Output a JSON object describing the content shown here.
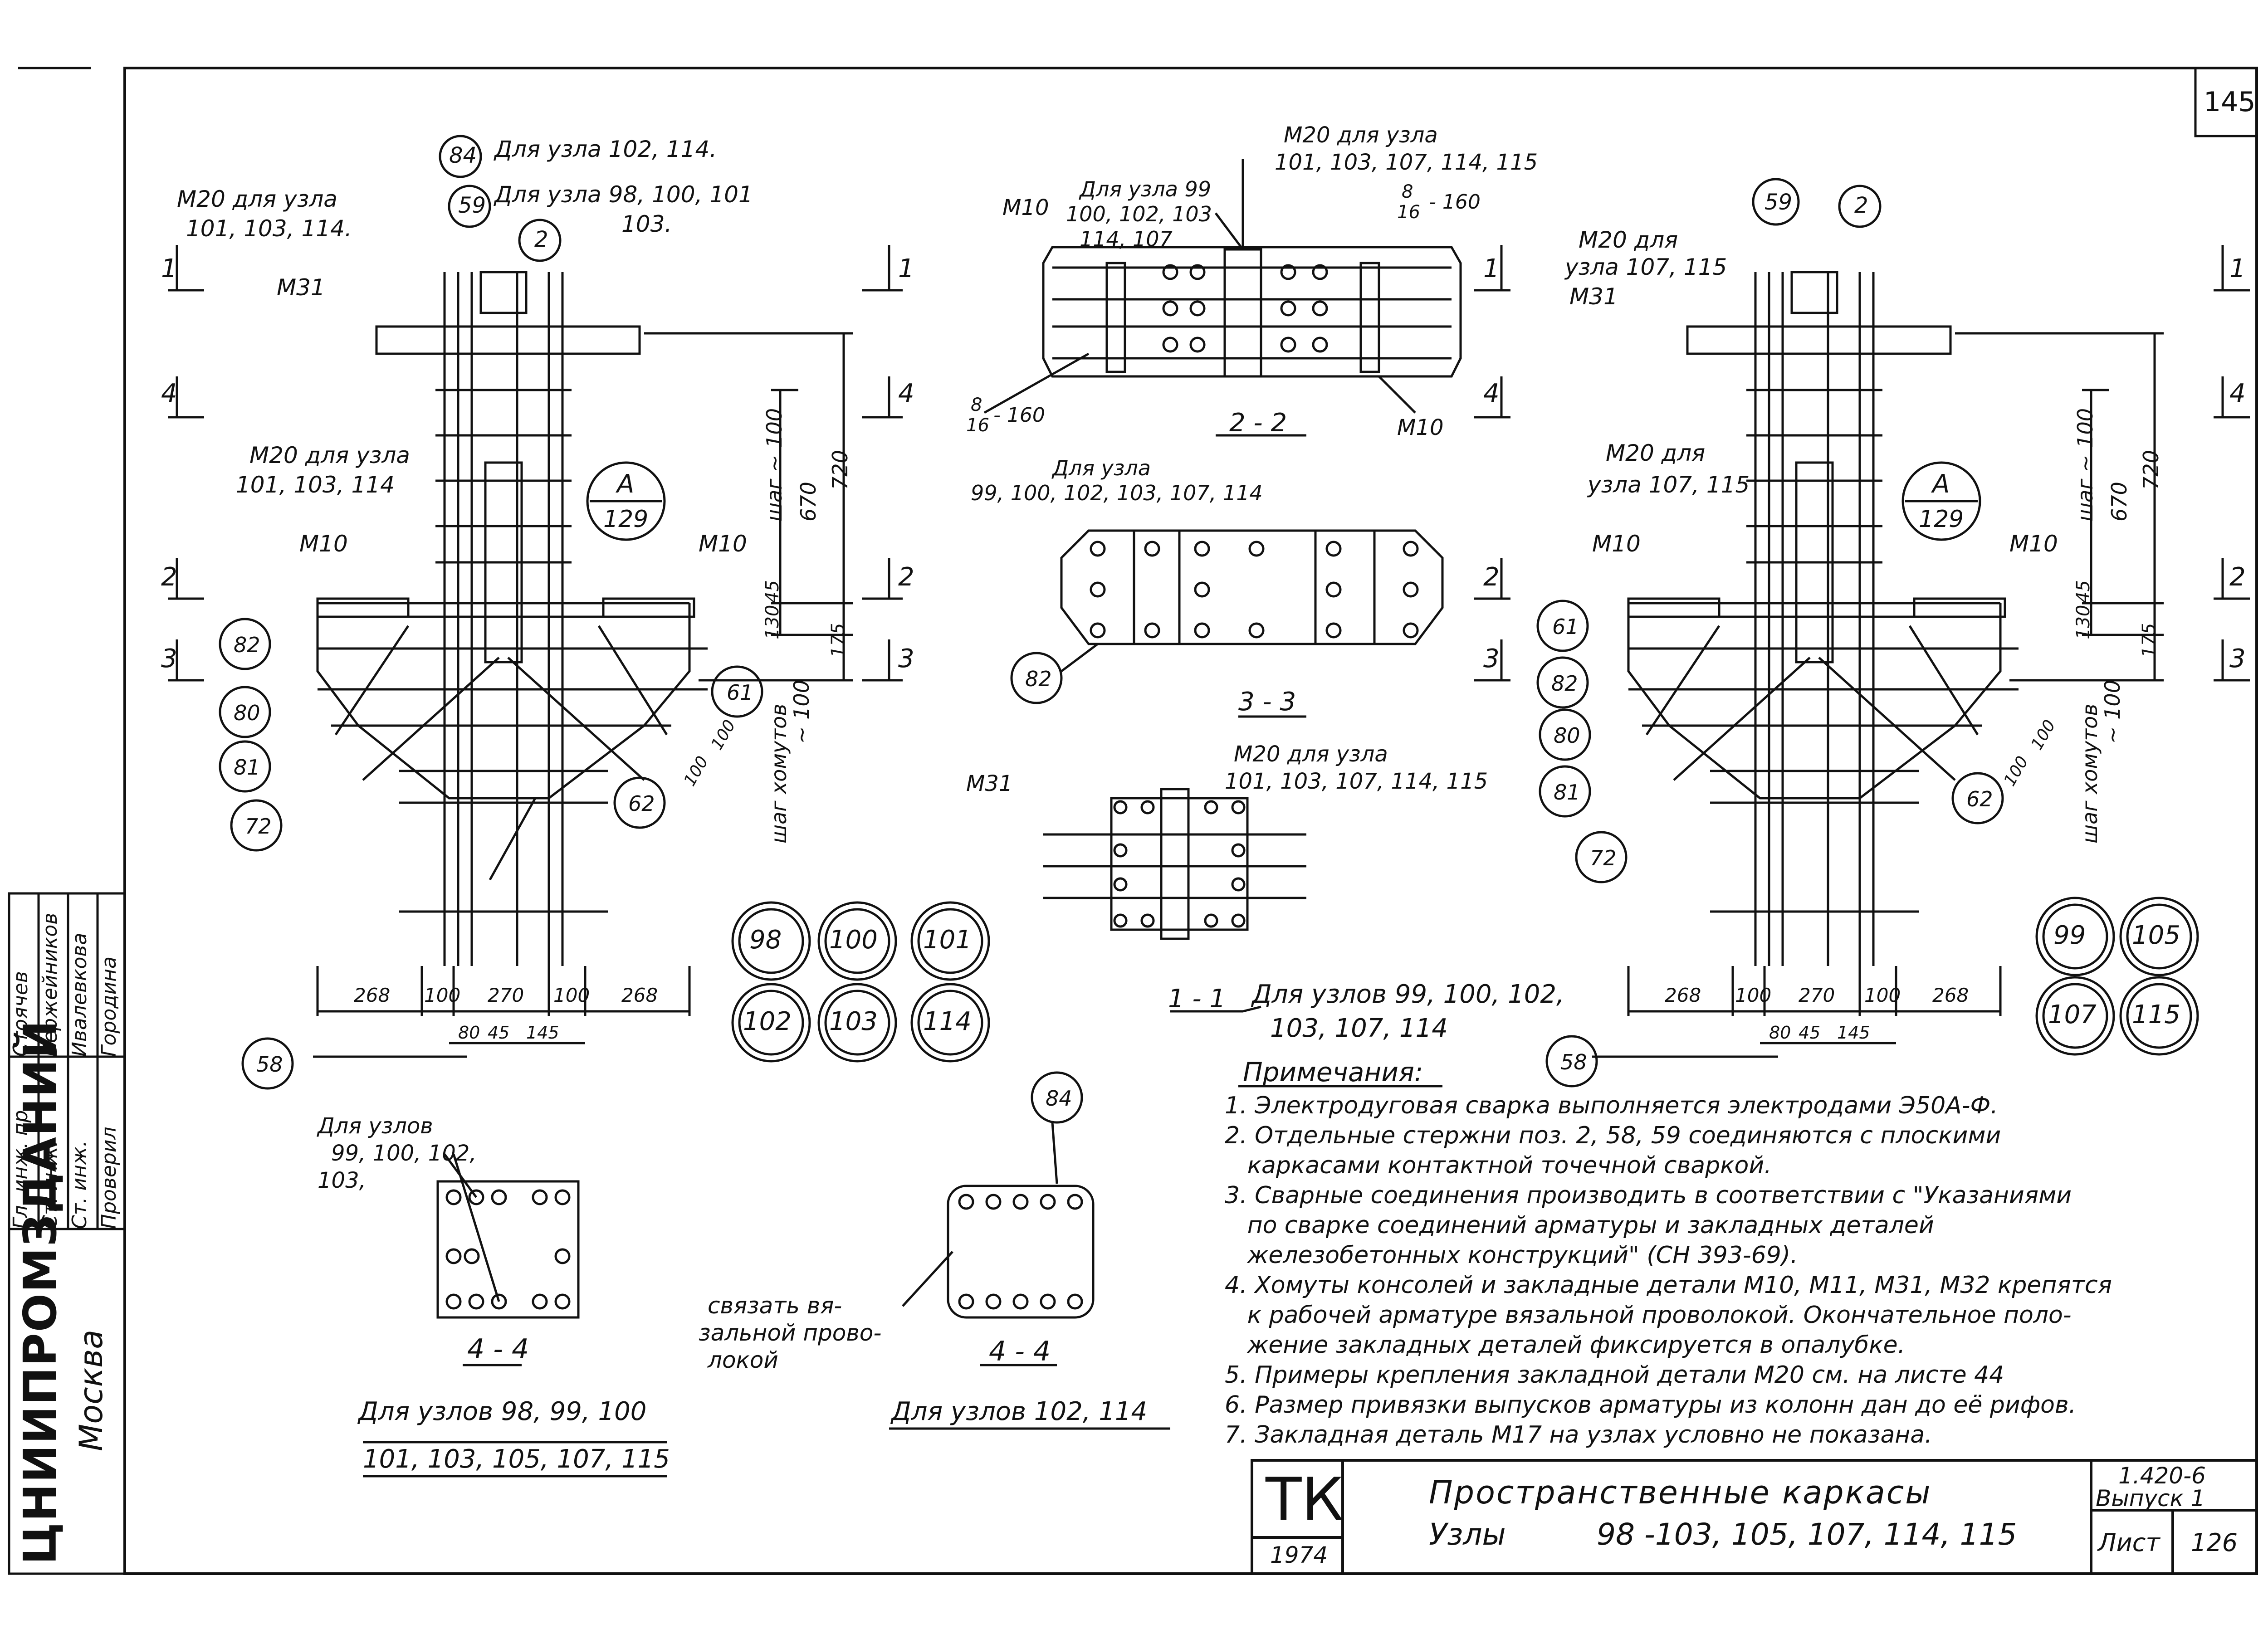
{
  "sheet": {
    "page_number": "145",
    "series": "1.420-6",
    "issue": "Выпуск 1",
    "sheet_label": "Лист",
    "sheet_number": "126",
    "year": "1974",
    "org": "ЦНИИПРОМЗДАНИЙ",
    "city": "Москва",
    "stamp": "ТК",
    "title_line1": "Пространственные каркасы",
    "title_line2_prefix": "Узлы",
    "title_line2_nodes": "98 -103, 105, 107, 114, 115"
  },
  "approvals": {
    "rows": [
      {
        "role": "Гл. инж. пр.",
        "name": "Стоячев"
      },
      {
        "role": "Ст. инж.",
        "name": "Вержейников"
      },
      {
        "role": "Ст. инж.",
        "name": "Ивалевкова"
      },
      {
        "role": "Проверил",
        "name": "Городина"
      }
    ]
  },
  "left_view": {
    "label_84": "84",
    "label_59": "59",
    "label_2": "2",
    "note_84": "Для узла 102, 114.",
    "note_59": "Для узла 98, 100, 101",
    "note_59b": "103.",
    "m20_top": "М20 для узла",
    "m20_top_b": "101, 103, 114.",
    "m31": "М31",
    "m20_mid": "М20 для узла",
    "m20_mid_b": "101, 103, 114",
    "m10_left": "М10",
    "m10_right": "М10",
    "callout_a": "А",
    "callout_a_num": "129",
    "step_label": "шаг ~ 100",
    "dim_670": "670",
    "dim_720": "720",
    "dim_130": "130",
    "dim_45": "45",
    "dim_175": "175",
    "clamp_step": "шаг хомутов",
    "clamp_step_b": "~ 100",
    "dim_100": "100",
    "dim_100b": "100",
    "pos_82": "82",
    "pos_80": "80",
    "pos_81": "81",
    "pos_72": "72",
    "pos_61": "61",
    "pos_62": "62",
    "pos_58": "58",
    "dims_bottom": [
      "268",
      "100",
      "270",
      "100",
      "268"
    ],
    "dims_bottom2": [
      "80",
      "45",
      "145"
    ],
    "sec_1": "1",
    "sec_4": "4",
    "sec_2": "2",
    "sec_3": "3"
  },
  "right_view": {
    "label_59": "59",
    "label_2": "2",
    "m20_top": "М20 для",
    "m20_top_b": "узла 107, 115",
    "m31": "М31",
    "m20_mid": "М20 для",
    "m20_mid_b": "узла 107, 115",
    "m10_left": "М10",
    "m10_right": "М10",
    "callout_a": "А",
    "callout_a_num": "129",
    "step_label": "шаг ~ 100",
    "dim_670": "670",
    "dim_720": "720",
    "dim_130": "130",
    "dim_45": "45",
    "dim_175": "175",
    "clamp_step": "шаг хомутов",
    "clamp_step_b": "~ 100",
    "dim_100": "100",
    "dim_100b": "100",
    "pos_61": "61",
    "pos_82": "82",
    "pos_80": "80",
    "pos_81": "81",
    "pos_72": "72",
    "pos_62": "62",
    "pos_58": "58",
    "dims_bottom": [
      "268",
      "100",
      "270",
      "100",
      "268"
    ],
    "dims_bottom2": [
      "80",
      "45",
      "145"
    ]
  },
  "section_22": {
    "m10_left": "М10",
    "note": "Для узла 99",
    "note_b": "100, 102, 103",
    "note_c": "114, 107",
    "m20": "М20 для узла",
    "m20_b": "101, 103, 107, 114, 115",
    "weld_top": "8",
    "weld_top_b": "16",
    "weld_top_len": "- 160",
    "weld_bot": "8",
    "weld_bot_b": "16",
    "weld_bot_len": "- 160",
    "m10_right": "М10",
    "caption": "2 - 2"
  },
  "section_33": {
    "note": "Для узла",
    "note_b": "99, 100, 102, 103, 107, 114",
    "pos_82": "82",
    "caption": "3 - 3"
  },
  "section_11": {
    "m31": "М31",
    "m20": "М20 для узла",
    "m20_b": "101, 103, 107, 114, 115",
    "caption": "1 - 1",
    "note": "Для узлов 99, 100, 102,",
    "note_b": "103, 107, 114"
  },
  "node_circles_left": [
    "98",
    "100",
    "101",
    "102",
    "103",
    "114"
  ],
  "node_circles_right": [
    "99",
    "105",
    "107",
    "115"
  ],
  "section_44a": {
    "note": "Для узлов",
    "note_b": "99, 100, 102,",
    "note_c": "103,",
    "caption": "4 - 4",
    "sub": "Для узлов 98, 99, 100",
    "sub_b": "101, 103, 105, 107, 115"
  },
  "section_44b": {
    "pos_84": "84",
    "tie_note": "связать вя-",
    "tie_note_b": "зальной прово-",
    "tie_note_c": "локой",
    "caption": "4 - 4",
    "sub": "Для узлов 102, 114"
  },
  "notes": {
    "heading": "Примечания:",
    "items": [
      "1. Электродуговая сварка выполняется электродами Э50А-Ф.",
      "2. Отдельные стержни поз. 2, 58, 59 соединяются с плоскими",
      "   каркасами контактной точечной сваркой.",
      "3. Сварные соединения производить в соответствии с \"Указаниями",
      "   по сварке соединений арматуры и закладных деталей",
      "   железобетонных конструкций\" (СН 393-69).",
      "4. Хомуты консолей и закладные детали М10, М11, М31, М32 крепятся",
      "   к рабочей арматуре вязальной проволокой. Окончательное поло-",
      "   жение закладных деталей фиксируется в опалубке.",
      "5. Примеры крепления закладной детали М20 см. на листе 44",
      "6. Размер привязки выпусков арматуры из колонн дан до её рифов.",
      "7. Закладная деталь М17 на узлах условно не показана."
    ]
  }
}
